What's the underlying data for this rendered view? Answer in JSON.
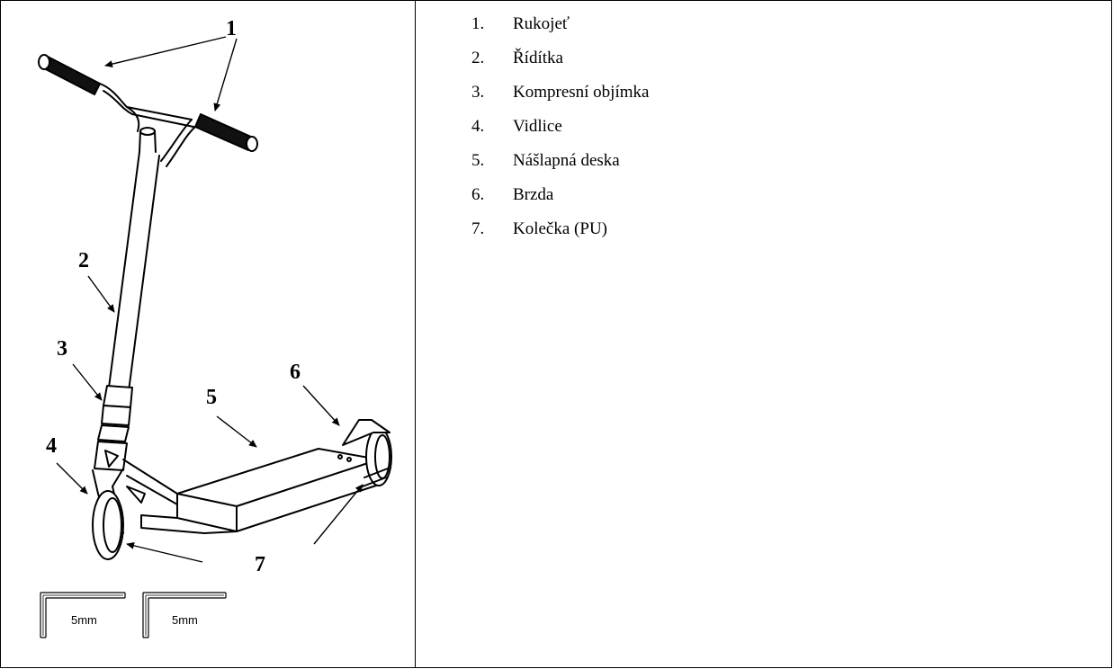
{
  "parts_list": [
    {
      "number": "1.",
      "label": "Rukojeť"
    },
    {
      "number": "2.",
      "label": "Řídítka"
    },
    {
      "number": "3.",
      "label": "Kompresní objímka"
    },
    {
      "number": "4.",
      "label": "Vidlice"
    },
    {
      "number": "5.",
      "label": "Nášlapná deska"
    },
    {
      "number": "6.",
      "label": "Brzda"
    },
    {
      "number": "7.",
      "label": "Kolečka (PU)"
    }
  ],
  "callouts": {
    "c1": "1",
    "c2": "2",
    "c3": "3",
    "c4": "4",
    "c5": "5",
    "c6": "6",
    "c7": "7"
  },
  "tools": [
    {
      "label": "5mm"
    },
    {
      "label": "5mm"
    }
  ]
}
